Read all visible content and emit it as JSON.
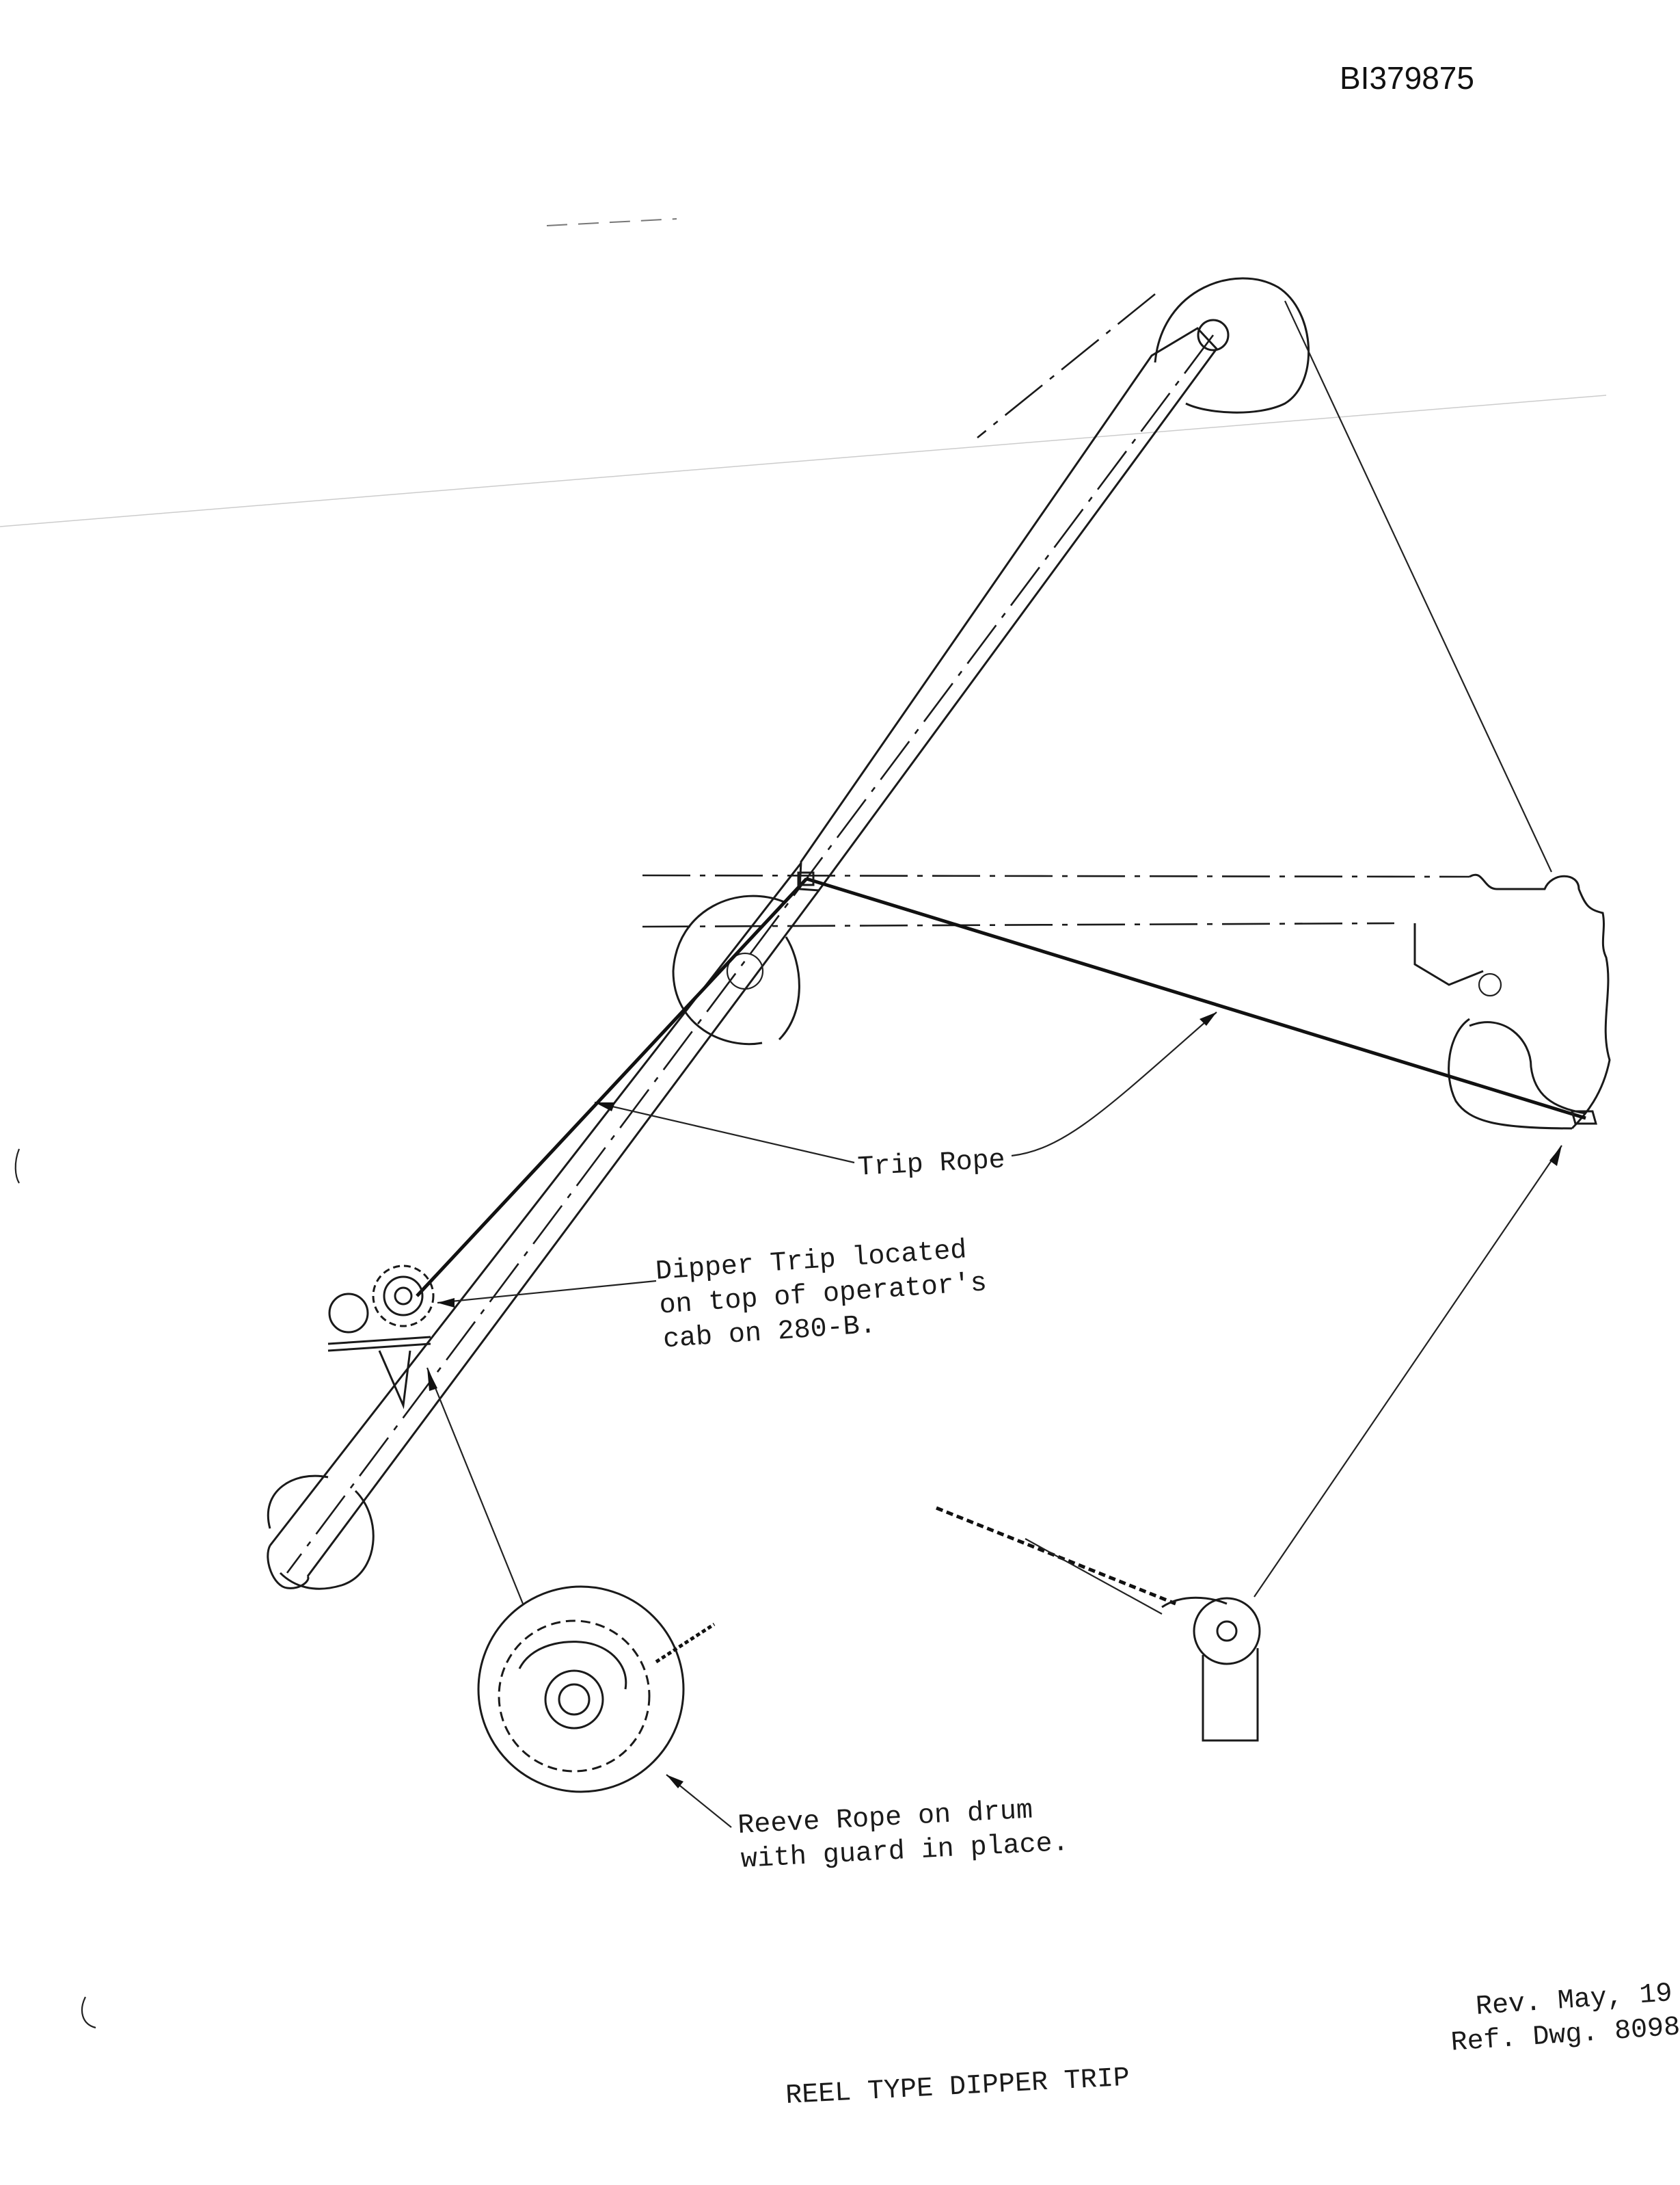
{
  "document_id": "BI379875",
  "labels": {
    "trip_rope": "Trip Rope",
    "dipper_trip": [
      "Dipper Trip located",
      "on top of operator's",
      "cab on 280-B."
    ],
    "reeve_rope": [
      "Reeve Rope on drum",
      "with guard in place."
    ]
  },
  "revision": {
    "rev_line": "Rev. May, 19",
    "ref_line": "Ref. Dwg. 8098"
  },
  "caption": "REEL TYPE DIPPER TRIP"
}
